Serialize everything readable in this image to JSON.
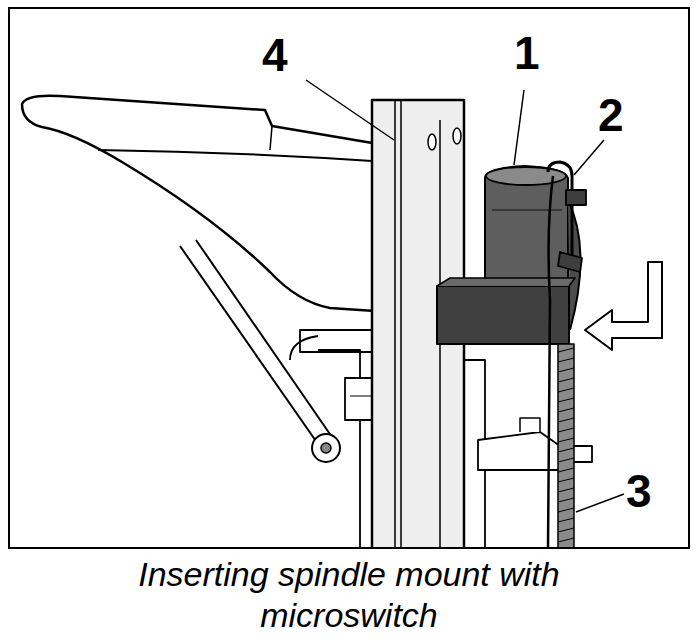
{
  "diagram": {
    "caption": "Inserting spindle mount with microswitch",
    "labels": [
      "4",
      "1",
      "2",
      "3"
    ]
  }
}
